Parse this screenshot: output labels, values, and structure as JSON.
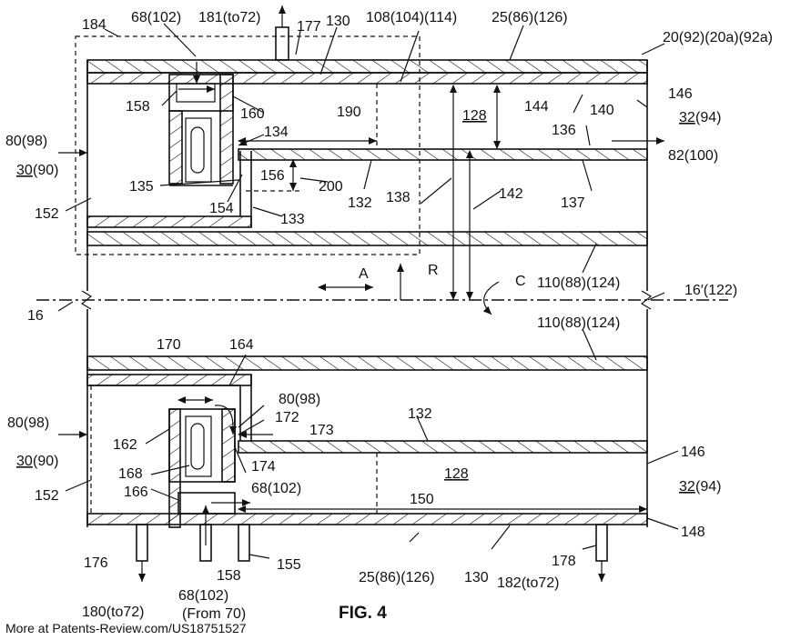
{
  "figure": {
    "title": "FIG. 4",
    "footer": "More at Patents-Review.com/US18751527"
  },
  "labels": {
    "l184": "184",
    "l68_top": "68(102)",
    "l181": "181(to72)",
    "l177": "177",
    "l130_top": "130",
    "l108": "108(104)(114)",
    "l25_top": "25(86)(126)",
    "l20": "20(92)(20a)(92a)",
    "l158_top": "158",
    "l160": "160",
    "l190": "190",
    "l128_top": "128",
    "l144": "144",
    "l136": "136",
    "l140": "140",
    "l146_top": "146",
    "l32_top": "32",
    "l94_top": "(94)",
    "l80_top": "80(98)",
    "l134": "134",
    "l82": "82(100)",
    "l30_top": "30",
    "l90_top": "(90)",
    "l156": "156",
    "l200": "200",
    "l135": "135",
    "l132_top": "132",
    "l138": "138",
    "l142": "142",
    "l137": "137",
    "l152_top": "152",
    "l154": "154",
    "l133": "133",
    "lA": "A",
    "lR": "R",
    "lC": "C",
    "l110_top": "110(88)(124)",
    "l16": "16",
    "l16p": "16′(122)",
    "l110_bot": "110(88)(124)",
    "l170": "170",
    "l164": "164",
    "l80_mid": "80(98)",
    "l80_bot": "80(98)",
    "l172": "172",
    "l173": "173",
    "l132_bot": "132",
    "l162": "162",
    "l146_bot": "146",
    "l30_bot": "30",
    "l90_bot": "(90)",
    "l168": "168",
    "l174": "174",
    "l128_bot": "128",
    "l32_bot": "32",
    "l94_bot": "(94)",
    "l152_bot": "152",
    "l166": "166",
    "l68_bot": "68(102)",
    "l150": "150",
    "l148": "148",
    "l176": "176",
    "l178": "178",
    "l158_bot": "158",
    "l155": "155",
    "l25_bot": "25(86)(126)",
    "l130_bot": "130",
    "l182": "182(to72)",
    "l180": "180(to72)",
    "l68_from": "68(102)",
    "l70_from": "(From 70)"
  }
}
